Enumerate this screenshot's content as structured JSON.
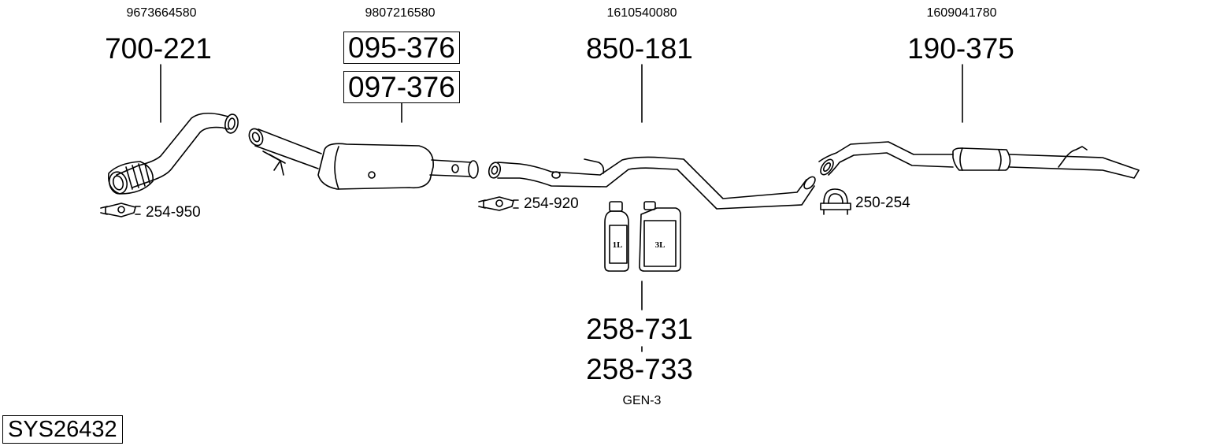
{
  "diagram": {
    "system_code": "SYS26432",
    "groups": [
      {
        "oe_number": "9673664580",
        "parts": [
          "700-221"
        ],
        "boxed": false
      },
      {
        "oe_number": "9807216580",
        "parts": [
          "095-376",
          "097-376"
        ],
        "boxed": true
      },
      {
        "oe_number": "1610540080",
        "parts": [
          "850-181"
        ],
        "boxed": false
      },
      {
        "oe_number": "1609041780",
        "parts": [
          "190-375"
        ],
        "boxed": false
      }
    ],
    "clamps": [
      "254-950",
      "254-920",
      "250-254"
    ],
    "fluids": {
      "parts": [
        "258-731",
        "258-733"
      ],
      "note": "GEN-3",
      "bottle_label": "1L",
      "canister_label": "3L"
    }
  }
}
